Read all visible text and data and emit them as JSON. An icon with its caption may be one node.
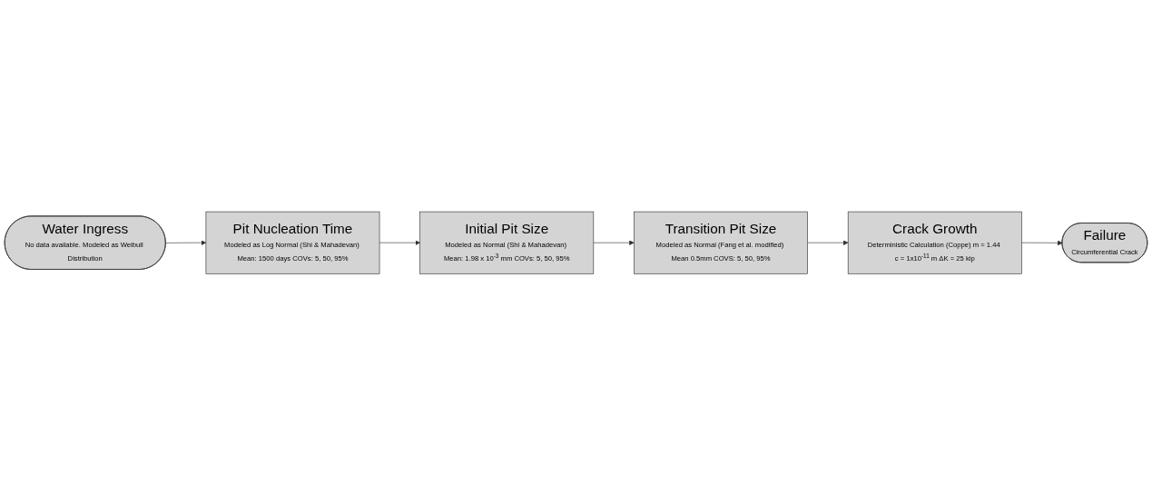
{
  "diagram": {
    "nodes": [
      {
        "text": [
          "Water Ingress",
          "No data available. Modeled as Weibull Distribution"
        ]
      },
      {
        "text": [
          "Pit Nucleation Time",
          "Modeled as Log Normal (Shi & Mahadevan) Mean: 1500 days COVs: 5, 50, 95%"
        ]
      },
      {
        "text": [
          "Initial Pit Size",
          "Modeled as Normal (Shi & Mahadevan) Mean: 1.98 x 10$^{-3}$ mm COVs: 5, 50, 95%"
        ]
      },
      {
        "text": [
          "Transition Pit Size",
          "Modeled as Normal (Fang et al. modified) Mean 0.5mm COVS: 5, 50, 95%"
        ]
      },
      {
        "text": [
          "Crack Growth",
          "Deterministic Calculation (Coppe) m = 1.44 c = 1x10$^{-11}$ m ΔK = 25 kip"
        ]
      },
      {
        "text": [
          "Failure",
          "Circumferential Crack"
        ]
      }
    ],
    "edges": [
      {
        "from": 0,
        "to": 1,
        "arrow": "to"
      },
      {
        "from": 1,
        "to": 2,
        "arrow": "to"
      },
      {
        "from": 2,
        "to": 3,
        "arrow": "to"
      },
      {
        "from": 3,
        "to": 4,
        "arrow": "to"
      },
      {
        "from": 4,
        "to": 5,
        "arrow": "to"
      }
    ]
  }
}
